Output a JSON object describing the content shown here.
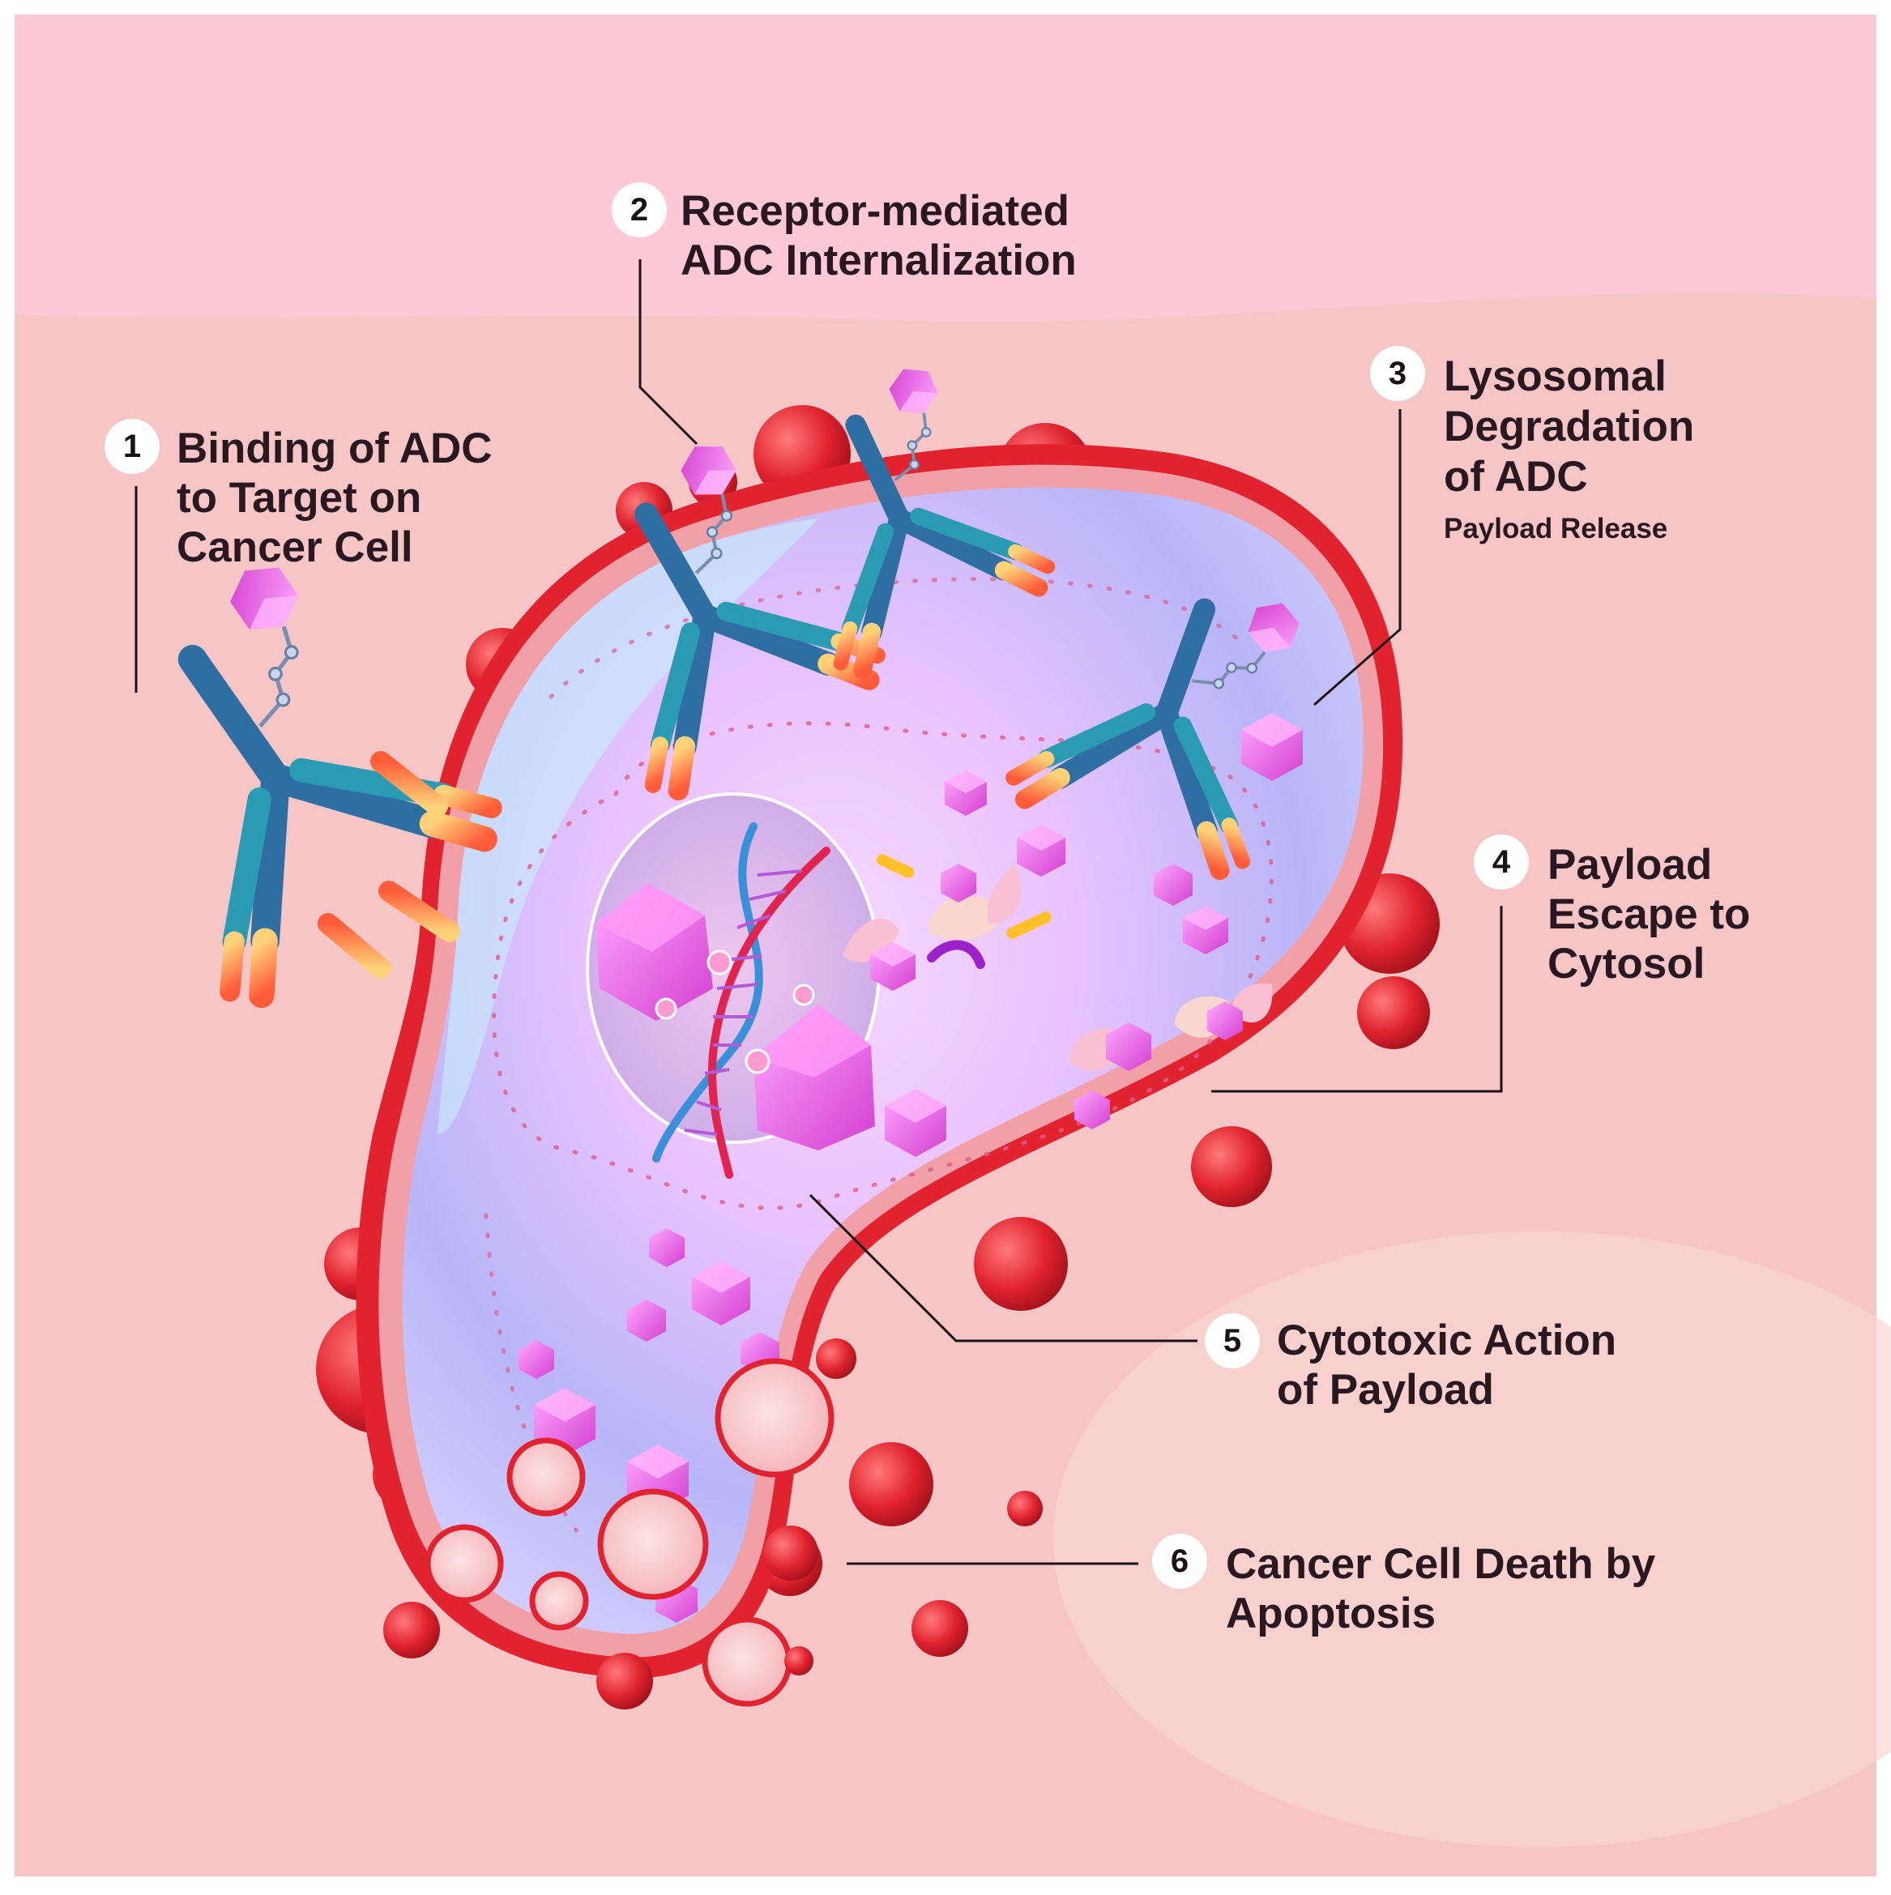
{
  "steps": [
    {
      "number": "1",
      "lines": [
        "Binding of ADC",
        "to Target on",
        "Cancer Cell"
      ]
    },
    {
      "number": "2",
      "lines": [
        "Receptor-mediated",
        "ADC Internalization"
      ]
    },
    {
      "number": "3",
      "lines": [
        "Lysosomal",
        "Degradation",
        "of ADC"
      ],
      "subtitle": "Payload Release"
    },
    {
      "number": "4",
      "lines": [
        "Payload",
        "Escape to",
        "Cytosol"
      ]
    },
    {
      "number": "5",
      "lines": [
        "Cytotoxic Action",
        "of Payload"
      ]
    },
    {
      "number": "6",
      "lines": [
        "Cancer Cell Death by",
        "Apoptosis"
      ]
    }
  ],
  "colors": {
    "background_top": "#fcc9d6",
    "background": "#f6c4c4",
    "membrane": "#e0232f",
    "cytoplasm": "#b9b4f5",
    "antibody": "#2e6fa5",
    "payload": "#e86de0",
    "text": "#2a1820"
  }
}
